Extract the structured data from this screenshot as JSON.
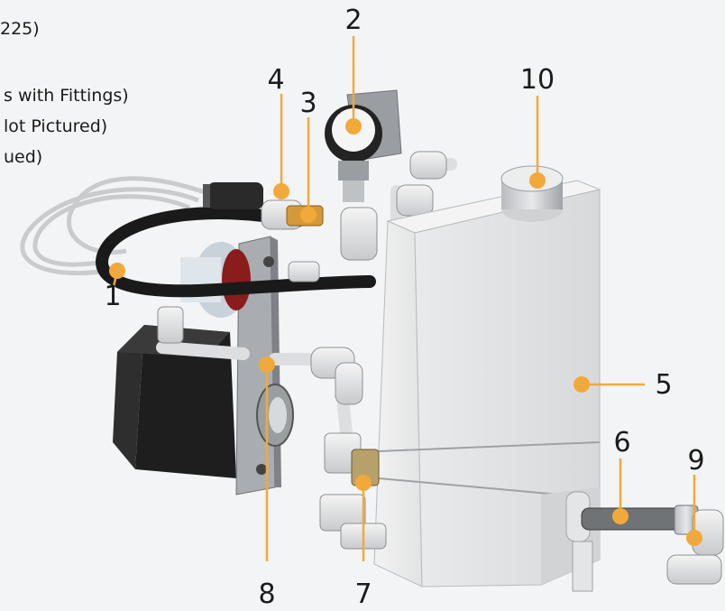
{
  "legend": [
    "225)",
    "s with Fittings)",
    "lot Pictured)",
    "ued)"
  ],
  "callouts": [
    {
      "id": "1",
      "text": "1"
    },
    {
      "id": "2",
      "text": "2"
    },
    {
      "id": "3",
      "text": "3"
    },
    {
      "id": "4",
      "text": "4"
    },
    {
      "id": "5",
      "text": "5"
    },
    {
      "id": "6",
      "text": "6"
    },
    {
      "id": "7",
      "text": "7"
    },
    {
      "id": "8",
      "text": "8"
    },
    {
      "id": "9",
      "text": "9"
    },
    {
      "id": "10",
      "text": "10"
    }
  ],
  "colors": {
    "background": "#f3f4f5",
    "callout_dot": "#f2a93b",
    "tank": "#e6e7e8",
    "motor": "#1e1e1e",
    "tubing": "#1a1a1a",
    "brass": "#d49a3a"
  }
}
